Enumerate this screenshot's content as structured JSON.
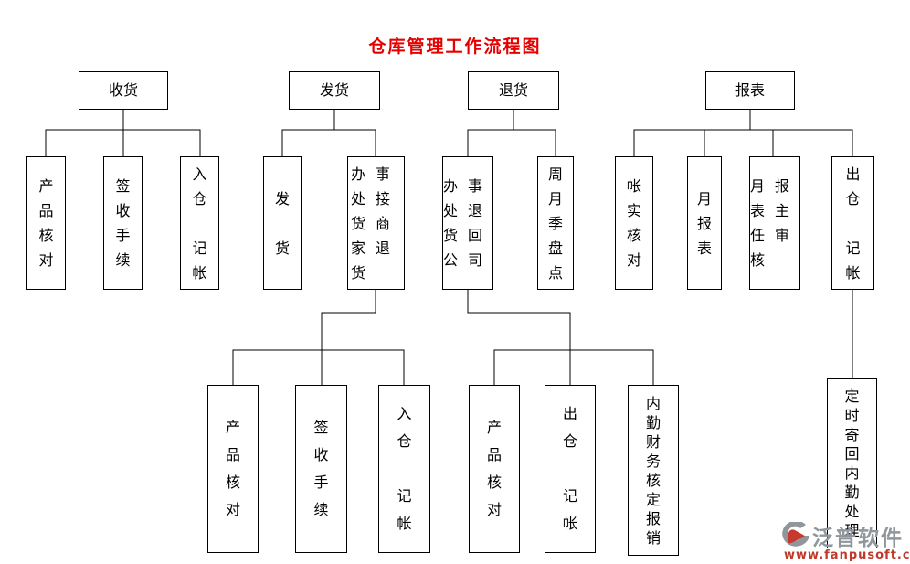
{
  "title": {
    "text": "仓库管理工作流程图"
  },
  "colors": {
    "title_color": "#e60000",
    "line_color": "#000000",
    "border_color": "#000000",
    "watermark_gray": "#8f969c",
    "watermark_red": "#c0392b"
  },
  "nodes": {
    "receiving": {
      "label": "收货"
    },
    "shipping": {
      "label": "发货"
    },
    "returns": {
      "label": "退货"
    },
    "reports": {
      "label": "报表"
    },
    "recv_product_check": {
      "label": "产品核对"
    },
    "recv_sign_procedure": {
      "label": "签收手续"
    },
    "recv_warehouse_in": {
      "label": "入仓\n\n记帐"
    },
    "ship_dispatch": {
      "label": "发\n\n货"
    },
    "ship_office_merchant_return": {
      "label": "办事处接货商家退货"
    },
    "ret_office_return_company": {
      "label": "办事处退货回公司"
    },
    "ret_stocktake": {
      "label": "周月季盘点"
    },
    "rep_account_verify": {
      "label": "帐实核对"
    },
    "rep_monthly_report": {
      "label": "月报表"
    },
    "rep_director_review": {
      "label": "月报表主任审核"
    },
    "rep_warehouse_out": {
      "label": "出仓\n\n记帐"
    },
    "shipsub_product_check": {
      "label": "产品核对"
    },
    "shipsub_sign_procedure": {
      "label": "签收手续"
    },
    "shipsub_warehouse_in": {
      "label": "入仓\n\n记帐"
    },
    "retsub_product_check": {
      "label": "产品核对"
    },
    "retsub_warehouse_out": {
      "label": "出仓\n\n记帐"
    },
    "retsub_finance_reimburse": {
      "label": "内勤财务核定报销"
    },
    "repsub_mail_back": {
      "label": "定时寄回内勤处理"
    }
  },
  "watermark": {
    "brand": "泛普软件",
    "url": "www.fanpusoft.com"
  }
}
